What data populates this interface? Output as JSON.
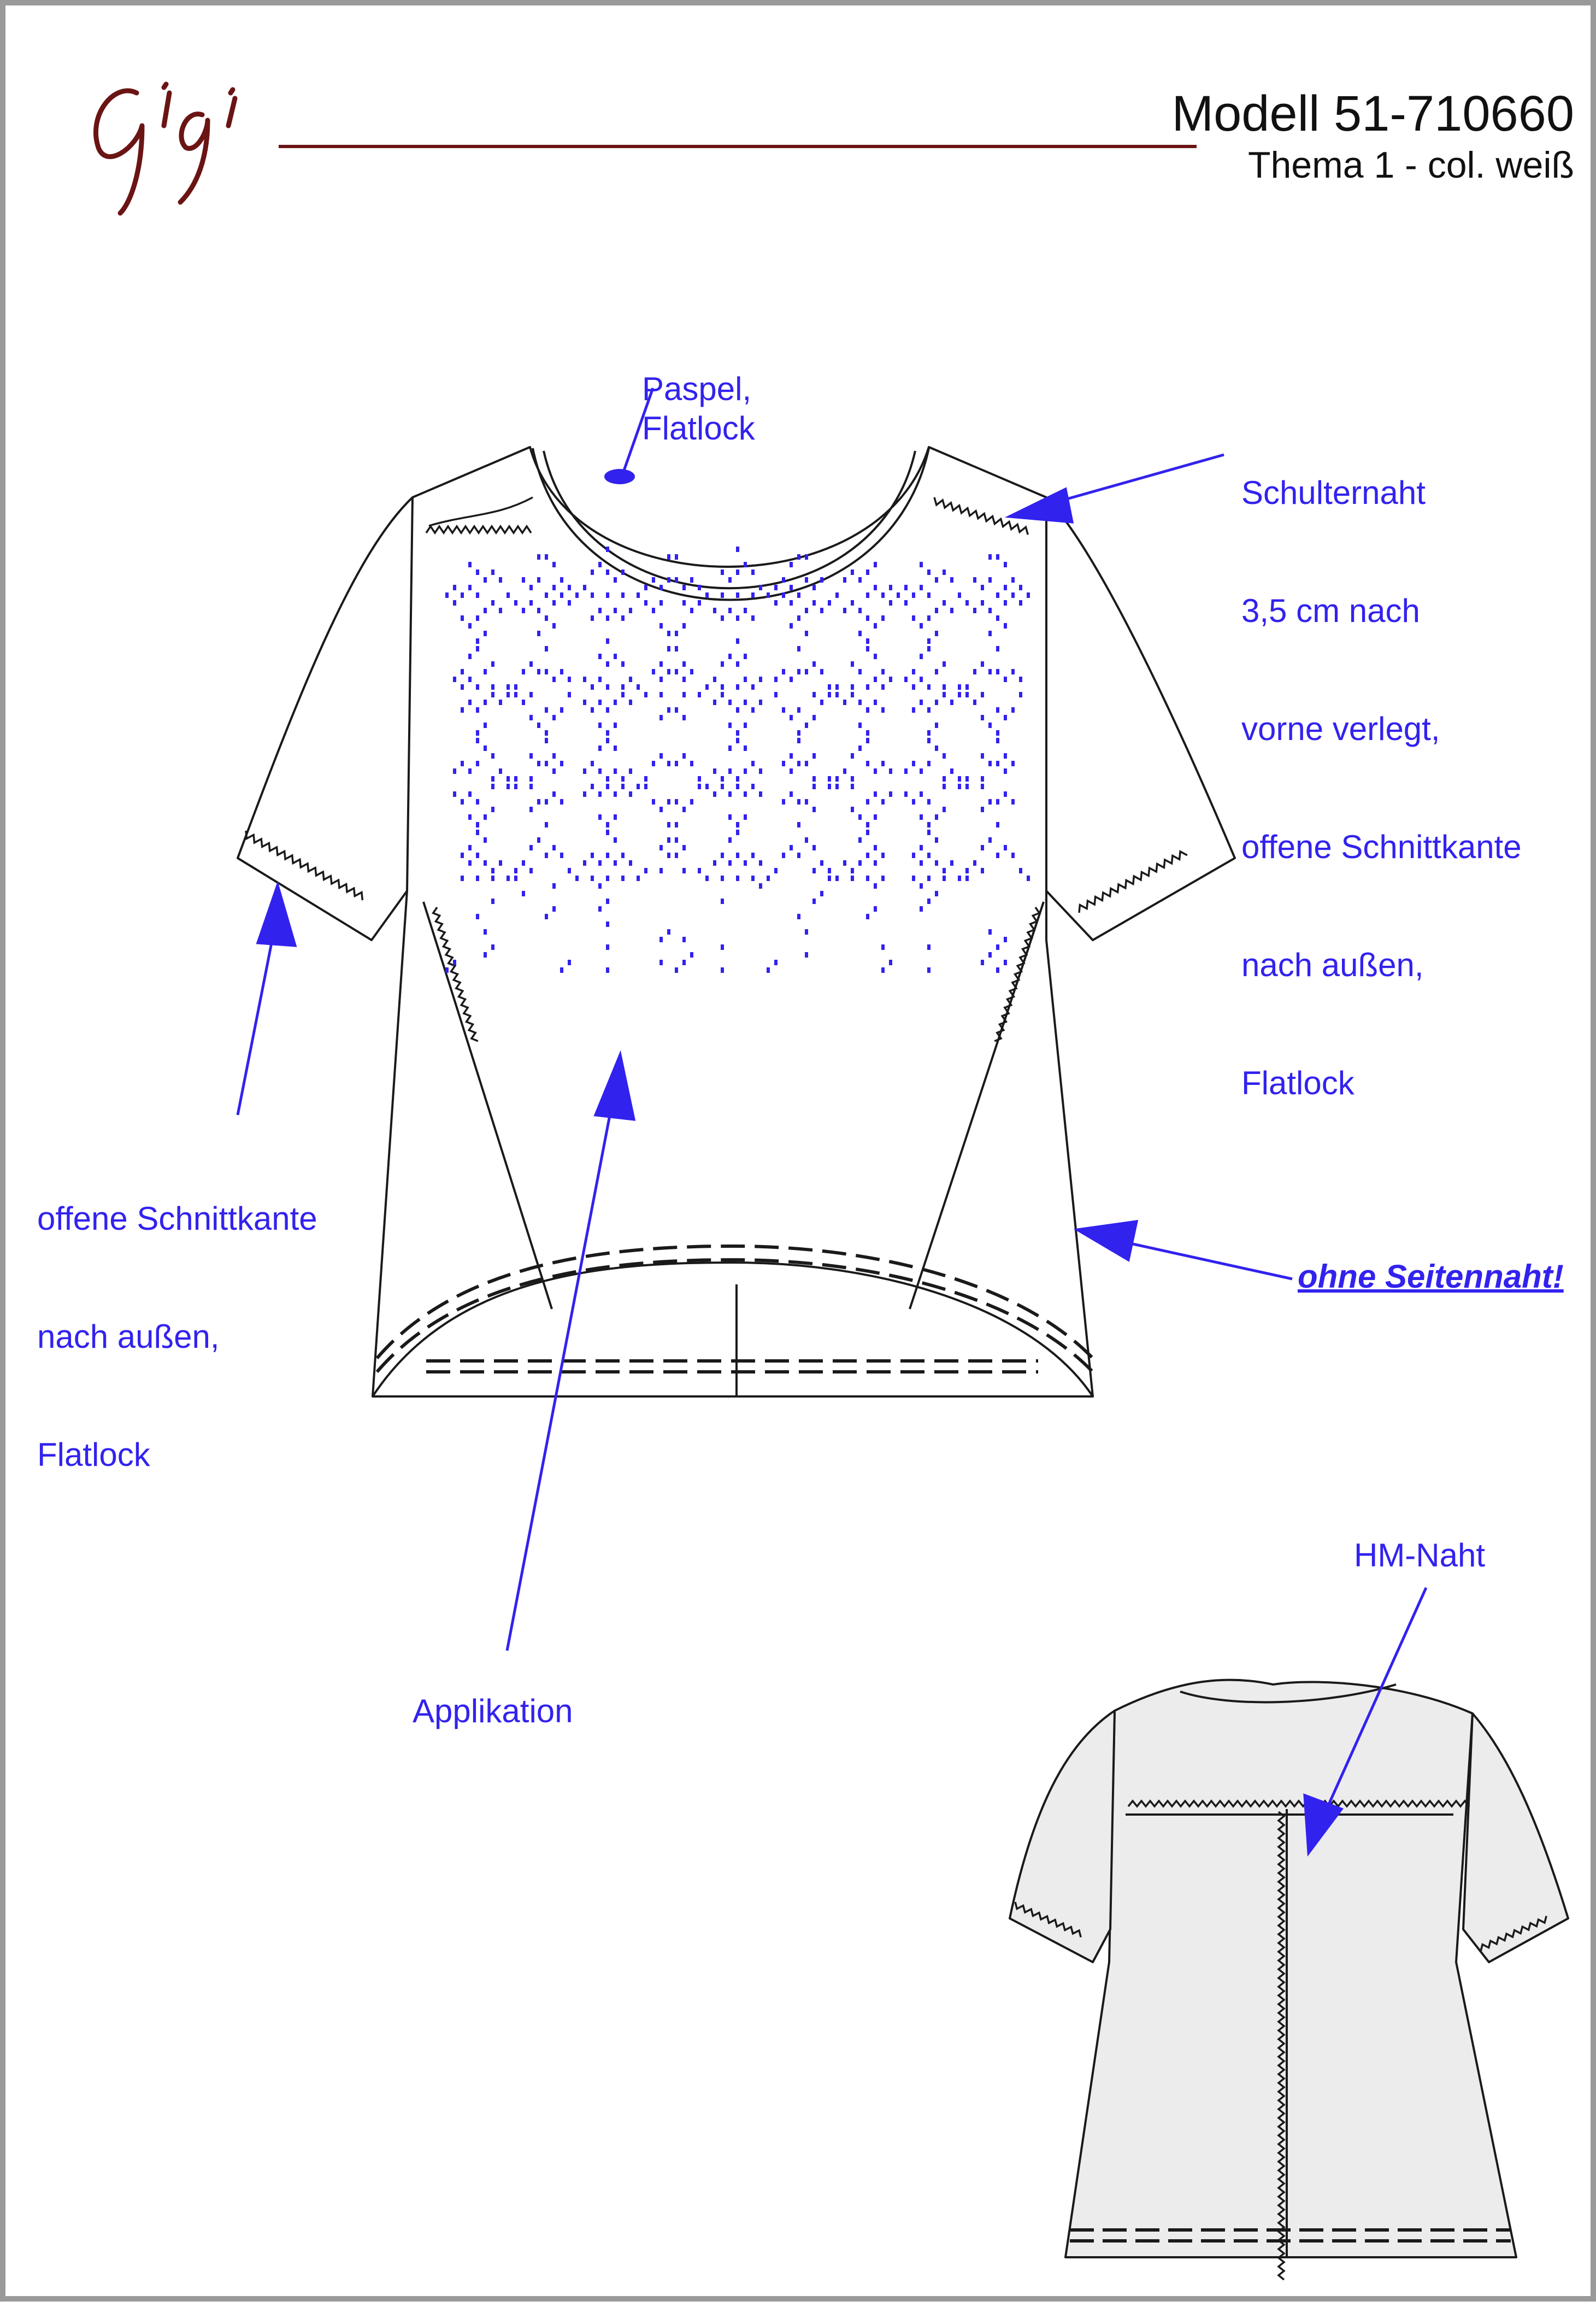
{
  "header": {
    "brand": "Gigi",
    "model": "Modell 51-710660",
    "theme": "Thema 1 - col. weiß"
  },
  "callouts": {
    "piping": [
      "Paspel,",
      "Flatlock"
    ],
    "shoulder_seam": [
      "Schulternaht",
      "3,5 cm nach",
      "vorne verlegt,",
      "offene Schnittkante",
      "nach außen,",
      "Flatlock"
    ],
    "open_edge": [
      "offene Schnittkante",
      "nach außen,",
      "Flatlock"
    ],
    "no_side_seam": "ohne Seitennaht!",
    "application": "Applikation",
    "back_seam": "HM-Naht"
  },
  "colors": {
    "annotation": "#3222ee",
    "brand": "#6b1414",
    "outline": "#1a1a1a",
    "back_fill": "#ececec"
  }
}
